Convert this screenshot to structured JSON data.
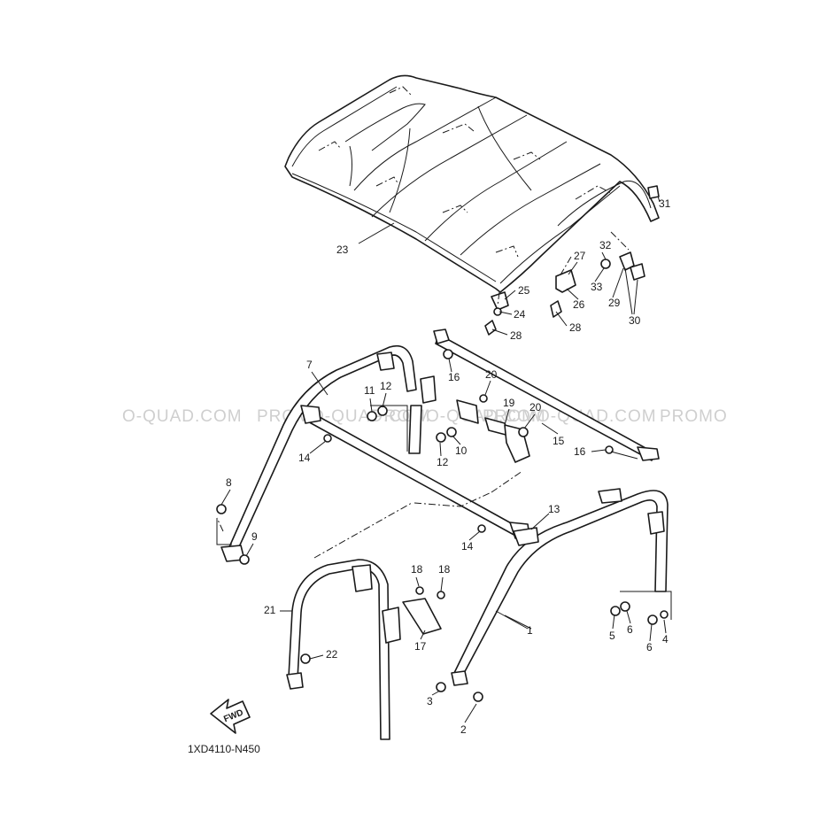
{
  "watermarks": [
    "O-QUAD.COM",
    "PROMO-QUAD.COM",
    "PROMO-QUAD.COM",
    "PROMO-QUAD.COM",
    "PROMO"
  ],
  "fwd_label": "FWD",
  "diagram_code": "1XD4110-N450",
  "callouts": [
    "1",
    "2",
    "3",
    "4",
    "5",
    "6",
    "6",
    "7",
    "8",
    "9",
    "10",
    "11",
    "12",
    "12",
    "13",
    "14",
    "14",
    "15",
    "16",
    "16",
    "17",
    "18",
    "18",
    "19",
    "20",
    "20",
    "21",
    "22",
    "23",
    "24",
    "25",
    "26",
    "27",
    "28",
    "28",
    "29",
    "30",
    "31",
    "32",
    "33"
  ]
}
